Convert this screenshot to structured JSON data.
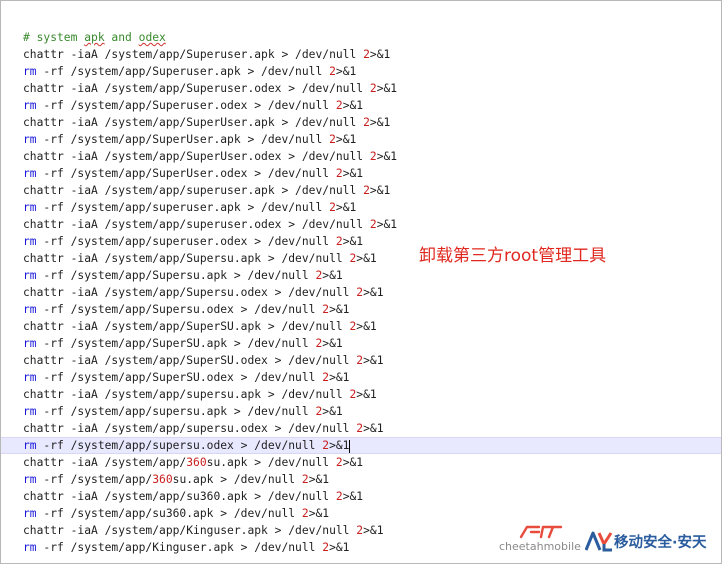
{
  "editor": {
    "lines": [
      {
        "type": "comment",
        "prefix": "# system ",
        "spell1": "apk",
        "mid": " and ",
        "spell2": "odex"
      },
      {
        "type": "chattr",
        "cmd": "chattr",
        "rest": " -iaA /system/app/Superuser.apk > /dev/null ",
        "two": "2",
        "tail": ">&1"
      },
      {
        "type": "rm",
        "cmd": "rm",
        "rest": " -rf /system/app/Superuser.apk > /dev/null ",
        "two": "2",
        "tail": ">&1"
      },
      {
        "type": "chattr",
        "cmd": "chattr",
        "rest": " -iaA /system/app/Superuser.odex > /dev/null ",
        "two": "2",
        "tail": ">&1"
      },
      {
        "type": "rm",
        "cmd": "rm",
        "rest": " -rf /system/app/Superuser.odex > /dev/null ",
        "two": "2",
        "tail": ">&1"
      },
      {
        "type": "chattr",
        "cmd": "chattr",
        "rest": " -iaA /system/app/SuperUser.apk > /dev/null ",
        "two": "2",
        "tail": ">&1"
      },
      {
        "type": "rm",
        "cmd": "rm",
        "rest": " -rf /system/app/SuperUser.apk > /dev/null ",
        "two": "2",
        "tail": ">&1"
      },
      {
        "type": "chattr",
        "cmd": "chattr",
        "rest": " -iaA /system/app/SuperUser.odex > /dev/null ",
        "two": "2",
        "tail": ">&1"
      },
      {
        "type": "rm",
        "cmd": "rm",
        "rest": " -rf /system/app/SuperUser.odex > /dev/null ",
        "two": "2",
        "tail": ">&1"
      },
      {
        "type": "chattr",
        "cmd": "chattr",
        "rest": " -iaA /system/app/superuser.apk > /dev/null ",
        "two": "2",
        "tail": ">&1"
      },
      {
        "type": "rm",
        "cmd": "rm",
        "rest": " -rf /system/app/superuser.apk > /dev/null ",
        "two": "2",
        "tail": ">&1"
      },
      {
        "type": "chattr",
        "cmd": "chattr",
        "rest": " -iaA /system/app/superuser.odex > /dev/null ",
        "two": "2",
        "tail": ">&1"
      },
      {
        "type": "rm",
        "cmd": "rm",
        "rest": " -rf /system/app/superuser.odex > /dev/null ",
        "two": "2",
        "tail": ">&1"
      },
      {
        "type": "chattr",
        "cmd": "chattr",
        "rest": " -iaA /system/app/Supersu.apk > /dev/null ",
        "two": "2",
        "tail": ">&1"
      },
      {
        "type": "rm",
        "cmd": "rm",
        "rest": " -rf /system/app/Supersu.apk > /dev/null ",
        "two": "2",
        "tail": ">&1"
      },
      {
        "type": "chattr",
        "cmd": "chattr",
        "rest": " -iaA /system/app/Supersu.odex > /dev/null ",
        "two": "2",
        "tail": ">&1"
      },
      {
        "type": "rm",
        "cmd": "rm",
        "rest": " -rf /system/app/Supersu.odex > /dev/null ",
        "two": "2",
        "tail": ">&1"
      },
      {
        "type": "chattr",
        "cmd": "chattr",
        "rest": " -iaA /system/app/SuperSU.apk > /dev/null ",
        "two": "2",
        "tail": ">&1"
      },
      {
        "type": "rm",
        "cmd": "rm",
        "rest": " -rf /system/app/SuperSU.apk > /dev/null ",
        "two": "2",
        "tail": ">&1"
      },
      {
        "type": "chattr",
        "cmd": "chattr",
        "rest": " -iaA /system/app/SuperSU.odex > /dev/null ",
        "two": "2",
        "tail": ">&1"
      },
      {
        "type": "rm",
        "cmd": "rm",
        "rest": " -rf /system/app/SuperSU.odex > /dev/null ",
        "two": "2",
        "tail": ">&1"
      },
      {
        "type": "chattr",
        "cmd": "chattr",
        "rest": " -iaA /system/app/supersu.apk > /dev/null ",
        "two": "2",
        "tail": ">&1"
      },
      {
        "type": "rm",
        "cmd": "rm",
        "rest": " -rf /system/app/supersu.apk > /dev/null ",
        "two": "2",
        "tail": ">&1"
      },
      {
        "type": "chattr",
        "cmd": "chattr",
        "rest": " -iaA /system/app/supersu.odex > /dev/null ",
        "two": "2",
        "tail": ">&1"
      },
      {
        "type": "rm",
        "cmd": "rm",
        "rest": " -rf /system/app/supersu.odex > /dev/null ",
        "two": "2",
        "tail": ">&1",
        "current": true
      },
      {
        "type": "chattr360",
        "cmd": "chattr",
        "pre": " -iaA /system/app/",
        "n360": "360",
        "rest": "su.apk > /dev/null ",
        "two": "2",
        "tail": ">&1"
      },
      {
        "type": "rm360",
        "cmd": "rm",
        "pre": " -rf /system/app/",
        "n360": "360",
        "rest": "su.apk > /dev/null ",
        "two": "2",
        "tail": ">&1"
      },
      {
        "type": "chattr",
        "cmd": "chattr",
        "rest": " -iaA /system/app/su360.apk > /dev/null ",
        "two": "2",
        "tail": ">&1"
      },
      {
        "type": "rm",
        "cmd": "rm",
        "rest": " -rf /system/app/su360.apk > /dev/null ",
        "two": "2",
        "tail": ">&1"
      },
      {
        "type": "chattr",
        "cmd": "chattr",
        "rest": " -iaA /system/app/Kinguser.apk > /dev/null ",
        "two": "2",
        "tail": ">&1"
      },
      {
        "type": "rm",
        "cmd": "rm",
        "rest": " -rf /system/app/Kinguser.apk > /dev/null ",
        "two": "2",
        "tail": ">&1"
      }
    ]
  },
  "annotation": "卸载第三方root管理工具",
  "logos": {
    "cheetah": "cheetahmobile",
    "avl_word": "移动安全·安天"
  },
  "colors": {
    "keyword_rm": "#1a1adc",
    "number": "#c81e1e",
    "comment": "#3a8a2e",
    "annotation": "#e0281f",
    "current_line": "#e8e8ff"
  }
}
